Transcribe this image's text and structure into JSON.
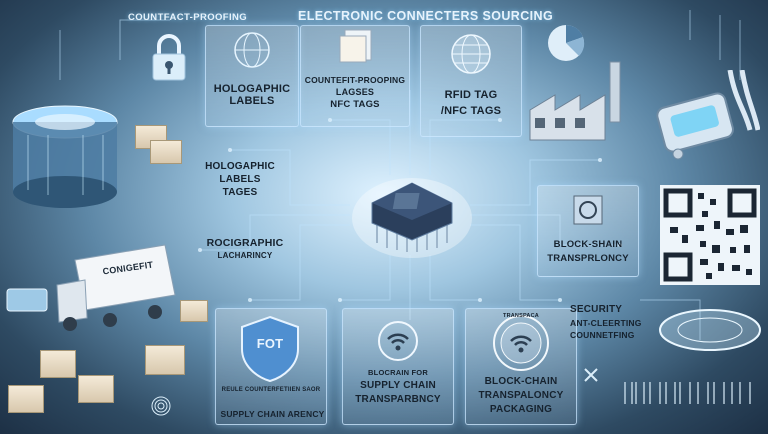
{
  "header": {
    "left_title": "COUNTFACT-PROOFING",
    "main_title": "ELECTRONIC CONNECTERS SOURCING"
  },
  "panels": {
    "holographic_labels": "HOLOGAPHIC LABELS",
    "counterfeit_tags_line1": "COUNTEFIT-PROOPING",
    "counterfeit_tags_line2": "LAGSES",
    "counterfeit_tags_line3": "NFC TAGS",
    "rfid_line1": "RFID TAG",
    "rfid_line2": "/NFC TAGS",
    "holographic_labels_tags_line1": "HOLOGAPHIC",
    "holographic_labels_tags_line2": "LABELS",
    "holographic_labels_tags_line3": "TAGES",
    "rocigraphic_line1": "ROCIGRAPHIC",
    "rocigraphic_line2": "LACHARINCY",
    "blockchain_right_line1": "BLOCK-SHAIN",
    "blockchain_right_line2": "TRANSPRLONCY",
    "truck_label": "CONIGEFIT",
    "shield_label": "FOT",
    "shield_caption_small": "REULE COUNTERFETIIEN SAOR",
    "supply_chain_left": "SUPPLY CHAIN ARENCY",
    "bloc_line1": "BLOCRAIN FOR",
    "bloc_line2": "SUPPLY CHAIN",
    "bloc_line3": "TRANSPARBNCY",
    "badge_small": "TRANSPACA",
    "bottom_right_line1": "BLOCK-CHAIN",
    "bottom_right_line2": "TRANSPALONCY",
    "bottom_right_line3": "PACKAGING",
    "security_line1": "SECURITY",
    "security_line2": "ANT-CLEERTING",
    "security_line3": "COUNNETFING"
  },
  "icons": [
    "lock-icon",
    "globe-icon",
    "chip-icon",
    "shield-icon",
    "wifi-icon",
    "qr-code-icon",
    "connector-icon",
    "truck-icon",
    "factory-icon",
    "pie-chart-icon"
  ],
  "colors": {
    "background_dark": "#1d3045",
    "background_glow": "#dff2ff",
    "circuit_trace": "#bfe4ff",
    "shield_blue": "#4f8fd0",
    "chip_body": "#2b3f5c"
  }
}
